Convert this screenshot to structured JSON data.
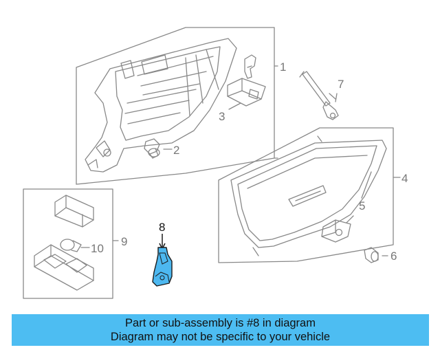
{
  "diagram": {
    "callouts": {
      "c1": "1",
      "c2": "2",
      "c3": "3",
      "c4": "4",
      "c5": "5",
      "c6": "6",
      "c7": "7",
      "c8": "8",
      "c9": "9",
      "c10": "10"
    },
    "highlight_part": "8",
    "colors": {
      "line": "#888888",
      "highlight_fill": "#4db8f0",
      "highlight_stroke": "#1a1a1a",
      "banner": "#4dbdf2"
    }
  },
  "caption": {
    "line1": "Part or sub-assembly is #8 in diagram",
    "line2": "Diagram may not be specific to your vehicle"
  }
}
